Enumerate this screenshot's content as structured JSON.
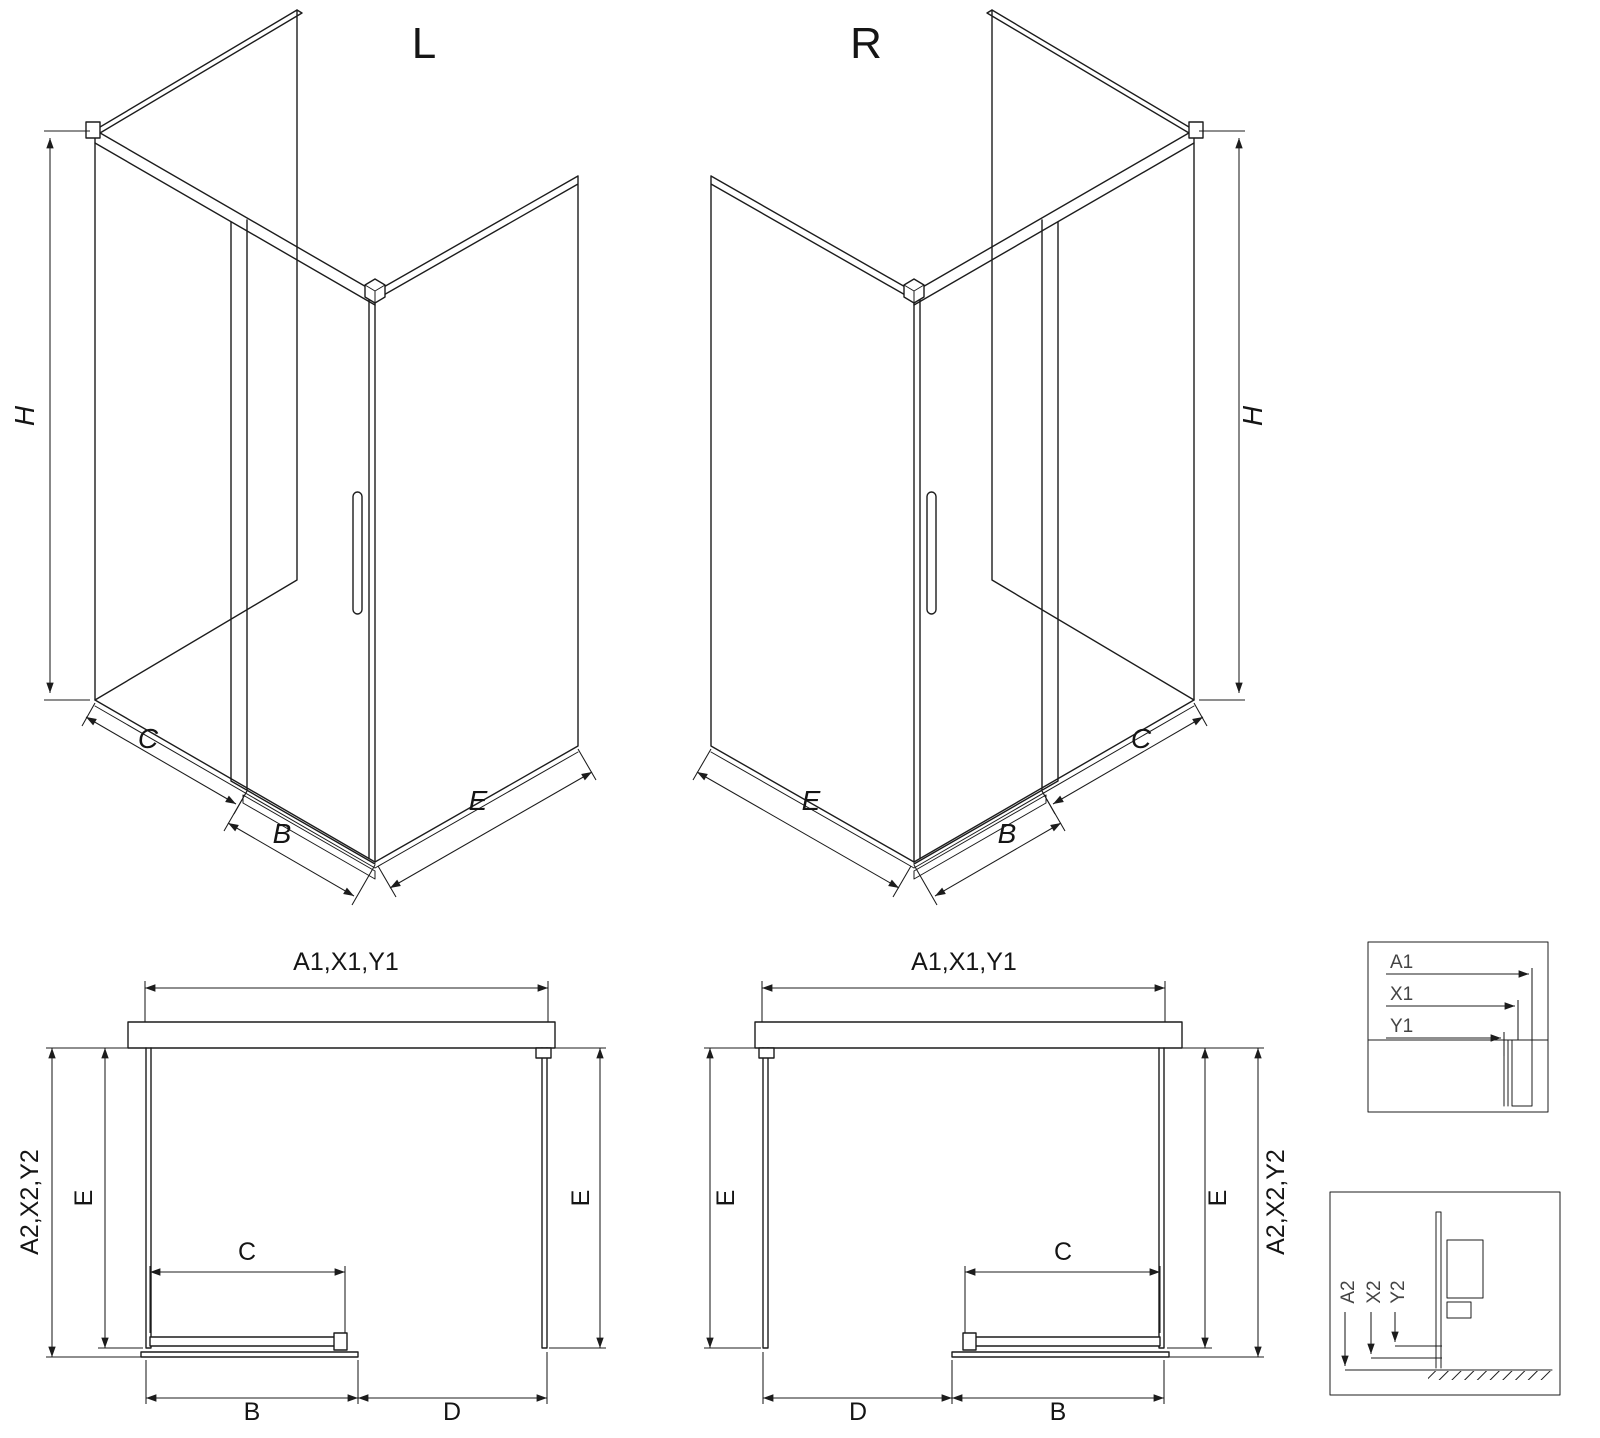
{
  "document": {
    "type": "shower-enclosure-technical-drawing",
    "background": "#ffffff",
    "line_color": "#1c1c1c"
  },
  "views": {
    "iso_left": {
      "label": "L",
      "dims": {
        "height": "H",
        "front_fixed": "C",
        "door": "B",
        "side": "E"
      }
    },
    "iso_right": {
      "label": "R",
      "dims": {
        "height": "H",
        "front_fixed": "C",
        "door": "B",
        "side": "E"
      }
    },
    "plan_left": {
      "width_dim": "A1,X1,Y1",
      "depth_dim": "A2,X2,Y2",
      "left_side_dim": "E",
      "right_side_dim": "E",
      "door_dim": "C",
      "front_dim": "B",
      "opening_dim": "D"
    },
    "plan_right": {
      "width_dim": "A1,X1,Y1",
      "depth_dim": "A2,X2,Y2",
      "left_side_dim": "E",
      "right_side_dim": "E",
      "door_dim": "C",
      "front_dim": "B",
      "opening_dim": "D"
    },
    "detail_top": {
      "labels": [
        "A1",
        "X1",
        "Y1"
      ]
    },
    "detail_bottom": {
      "labels": [
        "A2",
        "X2",
        "Y2"
      ]
    }
  }
}
